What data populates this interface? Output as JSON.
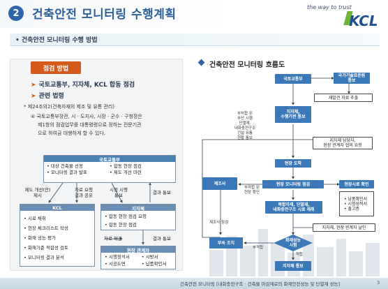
{
  "header": {
    "slide_number": "2",
    "title": "건축안전 모니터링 수행계획",
    "tagline": "the way to trust",
    "logo": "KCL"
  },
  "subheader": {
    "title": "건축안전 모니터링 수행 방법"
  },
  "left": {
    "tag": "점검 방법",
    "bullet1": "국토교통부, 지자체, KCL 합동 점검",
    "bullet2": "관련 법령",
    "law_title": "* 제24조의2(건축자재의 제조 및 유통 관리)",
    "law_body1": "④ 국토교통부장관, 시 · 도지사, 시장 · 군수 · 구청장은",
    "law_body2": "제1항의 점검업무를 대통령령으로 정하는 전문기관",
    "law_body3": "으로 하여금 대행하게 할 수 있다.",
    "molit": {
      "header": "국토교통부",
      "item1": "• 대상 건축물 선정",
      "item2": "• 모니터링 결과 발표",
      "item3": "• 합동 현장 점검",
      "item4": "• 제도 개선 마련"
    },
    "label_reform": "제도 개선(안)\n제시",
    "label_request": "자료 요청\n결과 공유",
    "label_market": "시정 시행\n통보",
    "label_notify1": "결과 통보",
    "kcl": {
      "header": "KCL",
      "item1": "• 시료 채취",
      "item2": "• 현장 체크리스트 작성",
      "item3": "• 화재 성능 평가",
      "item4": "• 화재기준 적합성 검토",
      "item5": "• 모니터링 결과 분석"
    },
    "local": {
      "header": "지자체",
      "item1": "• 합동 현장 점검 요청",
      "item2": "• 합동 현장 점검"
    },
    "label_submit": "자료 제공",
    "label_notify2": "결과 통보",
    "site": {
      "header": "현장 관계자",
      "item1": "• 시행정석서",
      "item2": "• 시공도면",
      "item3": "• 시방서",
      "item4": "• 납품확인서"
    }
  },
  "right": {
    "title": "건축안전 모니터링 흐름도",
    "molit": "국토교통부",
    "kistep": "국가기술표준원\n통보",
    "retry": "재발견 자료 추출",
    "local_notice": "지자체,\n수행기관 통보",
    "notes_left": "부처합 된\n부산 시행\n단열재,\n내화충전구조\n건설 유통\n현황 통보",
    "local_manager": "지자체 담당자,\n현장 관계자 협의 요청",
    "site_arrival": "현장 도착",
    "maker": "제조사",
    "site_check": "현장 모니터링 점검",
    "maker_note": "부적합 된\n현장 확인",
    "sample_request": "현장시료 확인",
    "sample_items": [
      "• 납품확인서",
      "• 시험성적서",
      "• 출고증"
    ],
    "sampling": "복합자재, 단열재,\n내화충전구조 시료 채취",
    "local_visit": "지자체, 현장 관계자 날인",
    "manufacturer_check": "제조사 점검",
    "measure": "부속 조치",
    "fail_label": "부적합",
    "performance": "화재성능\n시험",
    "pass_label": "적합",
    "final_notice": "지자체 통보"
  },
  "footer": {
    "text": "건축안전 모니터링 [내화충전구조 · 건축물 마감재료의 화재안전성능 및 단열재 성능]",
    "page": "3"
  }
}
